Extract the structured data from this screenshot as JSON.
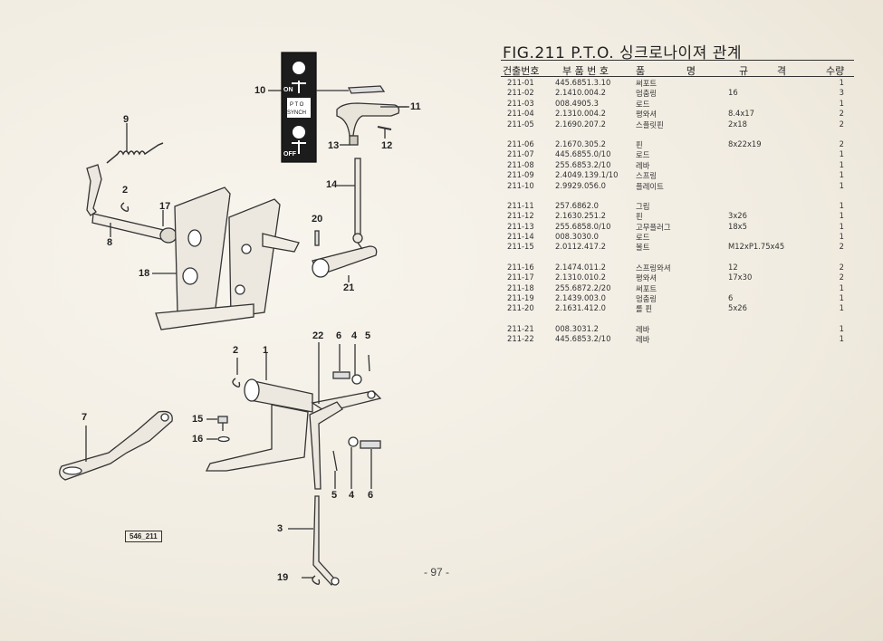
{
  "figure": {
    "title": "FIG.211 P.T.O. 싱크로나이져 관계",
    "reference": "546_211",
    "page_number": "- 97 -"
  },
  "decal": {
    "on_label": "ON",
    "mid_label_1": "P T O",
    "mid_label_2": "SYNCH",
    "off_label": "OFF"
  },
  "callouts": [
    "10",
    "11",
    "9",
    "13",
    "12",
    "14",
    "2",
    "17",
    "20",
    "8",
    "18",
    "21",
    "22",
    "6",
    "4",
    "5",
    "2",
    "1",
    "7",
    "15",
    "16",
    "5",
    "4",
    "6",
    "3",
    "19"
  ],
  "table": {
    "headers": {
      "no": "건출번호",
      "part": "부 품 번 호",
      "name": "품 명",
      "spec": "규 격",
      "qty": "수량"
    },
    "groups": [
      [
        {
          "no": "211-01",
          "part": "445.6851.3.10",
          "name": "써포트",
          "spec": "",
          "qty": "1"
        },
        {
          "no": "211-02",
          "part": "2.1410.004.2",
          "name": "멈춤링",
          "spec": "16",
          "qty": "3"
        },
        {
          "no": "211-03",
          "part": "008.4905.3",
          "name": "로드",
          "spec": "",
          "qty": "1"
        },
        {
          "no": "211-04",
          "part": "2.1310.004.2",
          "name": "평와셔",
          "spec": "8.4x17",
          "qty": "2"
        },
        {
          "no": "211-05",
          "part": "2.1690.207.2",
          "name": "스플릿핀",
          "spec": "2x18",
          "qty": "2"
        }
      ],
      [
        {
          "no": "211-06",
          "part": "2.1670.305.2",
          "name": "핀",
          "spec": "8x22x19",
          "qty": "2"
        },
        {
          "no": "211-07",
          "part": "445.6855.0/10",
          "name": "로드",
          "spec": "",
          "qty": "1"
        },
        {
          "no": "211-08",
          "part": "255.6853.2/10",
          "name": "레바",
          "spec": "",
          "qty": "1"
        },
        {
          "no": "211-09",
          "part": "2.4049.139.1/10",
          "name": "스프링",
          "spec": "",
          "qty": "1"
        },
        {
          "no": "211-10",
          "part": "2.9929.056.0",
          "name": "플레이트",
          "spec": "",
          "qty": "1"
        }
      ],
      [
        {
          "no": "211-11",
          "part": "257.6862.0",
          "name": "그립",
          "spec": "",
          "qty": "1"
        },
        {
          "no": "211-12",
          "part": "2.1630.251.2",
          "name": "핀",
          "spec": "3x26",
          "qty": "1"
        },
        {
          "no": "211-13",
          "part": "255.6858.0/10",
          "name": "고무플러그",
          "spec": "18x5",
          "qty": "1"
        },
        {
          "no": "211-14",
          "part": "008.3030.0",
          "name": "로드",
          "spec": "",
          "qty": "1"
        },
        {
          "no": "211-15",
          "part": "2.0112.417.2",
          "name": "볼트",
          "spec": "M12xP1.75x45",
          "qty": "2"
        }
      ],
      [
        {
          "no": "211-16",
          "part": "2.1474.011.2",
          "name": "스프링와셔",
          "spec": "12",
          "qty": "2"
        },
        {
          "no": "211-17",
          "part": "2.1310.010.2",
          "name": "평와셔",
          "spec": "17x30",
          "qty": "2"
        },
        {
          "no": "211-18",
          "part": "255.6872.2/20",
          "name": "써포트",
          "spec": "",
          "qty": "1"
        },
        {
          "no": "211-19",
          "part": "2.1439.003.0",
          "name": "멈춤링",
          "spec": "6",
          "qty": "1"
        },
        {
          "no": "211-20",
          "part": "2.1631.412.0",
          "name": "롤 핀",
          "spec": "5x26",
          "qty": "1"
        }
      ],
      [
        {
          "no": "211-21",
          "part": "008.3031.2",
          "name": "레바",
          "spec": "",
          "qty": "1"
        },
        {
          "no": "211-22",
          "part": "445.6853.2/10",
          "name": "레바",
          "spec": "",
          "qty": "1"
        }
      ]
    ]
  }
}
